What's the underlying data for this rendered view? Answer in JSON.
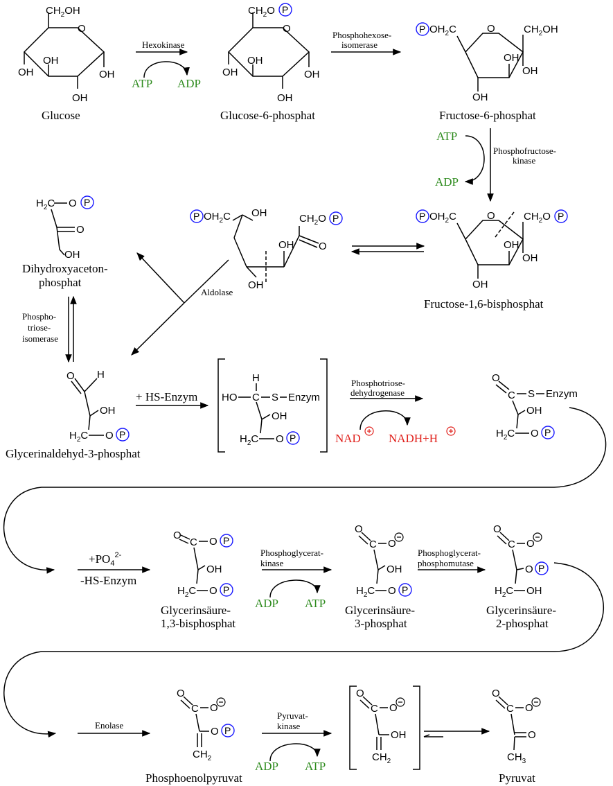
{
  "compounds": {
    "glucose": "Glucose",
    "g6p": "Glucose-6-phosphat",
    "f6p": "Fructose-6-phosphat",
    "f16bp": "Fructose-1,6-bisphosphat",
    "dhap_1": "Dihydroxyaceton-",
    "dhap_2": "phosphat",
    "gap": "Glycerinaldehyd-3-phosphat",
    "bpg13_1": "Glycerinsäure-",
    "bpg13_2": "1,3-bisphosphat",
    "pg3_1": "Glycerinsäure-",
    "pg3_2": "3-phosphat",
    "pg2_1": "Glycerinsäure-",
    "pg2_2": "2-phosphat",
    "pep": "Phosphoenolpyruvat",
    "pyruvate": "Pyruvat"
  },
  "enzymes": {
    "hexokinase": "Hexokinase",
    "phi_1": "Phosphohexose-",
    "phi_2": "isomerase",
    "pfk_1": "Phosphofructose-",
    "pfk_2": "kinase",
    "aldolase": "Aldolase",
    "tpi_1": "Phospho-",
    "tpi_2": "triose-",
    "tpi_3": "isomerase",
    "gapdh_1": "Phosphotriose-",
    "gapdh_2": "dehydrogenase",
    "pgk_1": "Phosphoglycerat-",
    "pgk_2": "kinase",
    "pgm_1": "Phosphoglycerat-",
    "pgm_2": "phosphomutase",
    "enolase": "Enolase",
    "pk_1": "Pyruvat-",
    "pk_2": "kinase"
  },
  "cofactors": {
    "atp": "ATP",
    "adp": "ADP",
    "nad": "NAD",
    "nadh": "NADH+H"
  },
  "reagents": {
    "hs_enzym": "+ HS-Enzym",
    "po4": "+PO",
    "po4_sub": "4",
    "po4_sup": "2-",
    "minus_hs": "-HS-Enzym"
  },
  "atoms": {
    "oh": "OH",
    "ho": "HO",
    "o": "O",
    "h": "H",
    "p": "P",
    "ch2oh": "CH",
    "s_enzym": "S",
    "enzym": "Enzym",
    "c": "C",
    "ch3": "CH",
    "h2c": "H",
    "two": "2",
    "three": "3"
  },
  "colors": {
    "cofactor_green": "#2e8b1e",
    "cofactor_red": "#e0201b",
    "phosphate_circle": "#1a1aff"
  }
}
